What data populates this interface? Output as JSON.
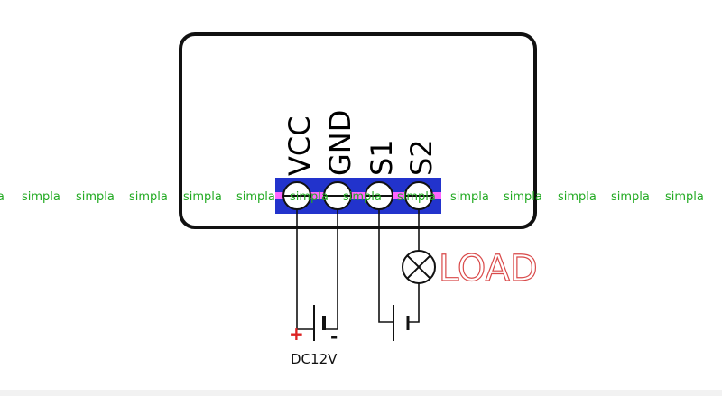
{
  "module": {
    "pins": [
      "VCC",
      "GND",
      "S1",
      "S2"
    ]
  },
  "load": {
    "label": "LOAD"
  },
  "power": {
    "label": "DC12V",
    "plus": "+",
    "minus": "-"
  },
  "watermark": {
    "text": "simpla"
  },
  "colors": {
    "terminal_block": "#2233cc",
    "highlight_band": "#ff66ff",
    "watermark": "#22aa22",
    "load_text": "#d94a4a",
    "plus": "#dd2222"
  }
}
